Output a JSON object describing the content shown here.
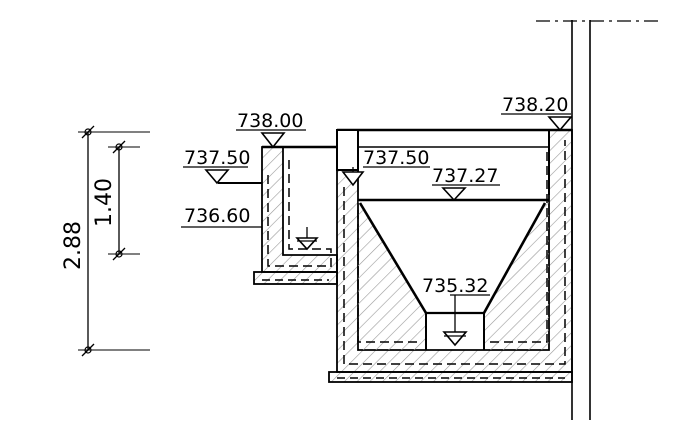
{
  "drawing": {
    "elevations": {
      "top_right": "738.20",
      "top_left": "738.00",
      "left_inlet": "737.50",
      "overflow": "737.50",
      "water_level": "737.27",
      "left_floor": "736.60",
      "sump_bottom": "735.32"
    },
    "dimensions": {
      "total_height": "2.88",
      "inner_height": "1.40"
    }
  },
  "colors": {
    "line": "#000000",
    "hatch": "#9a9a9a",
    "background": "#ffffff"
  }
}
